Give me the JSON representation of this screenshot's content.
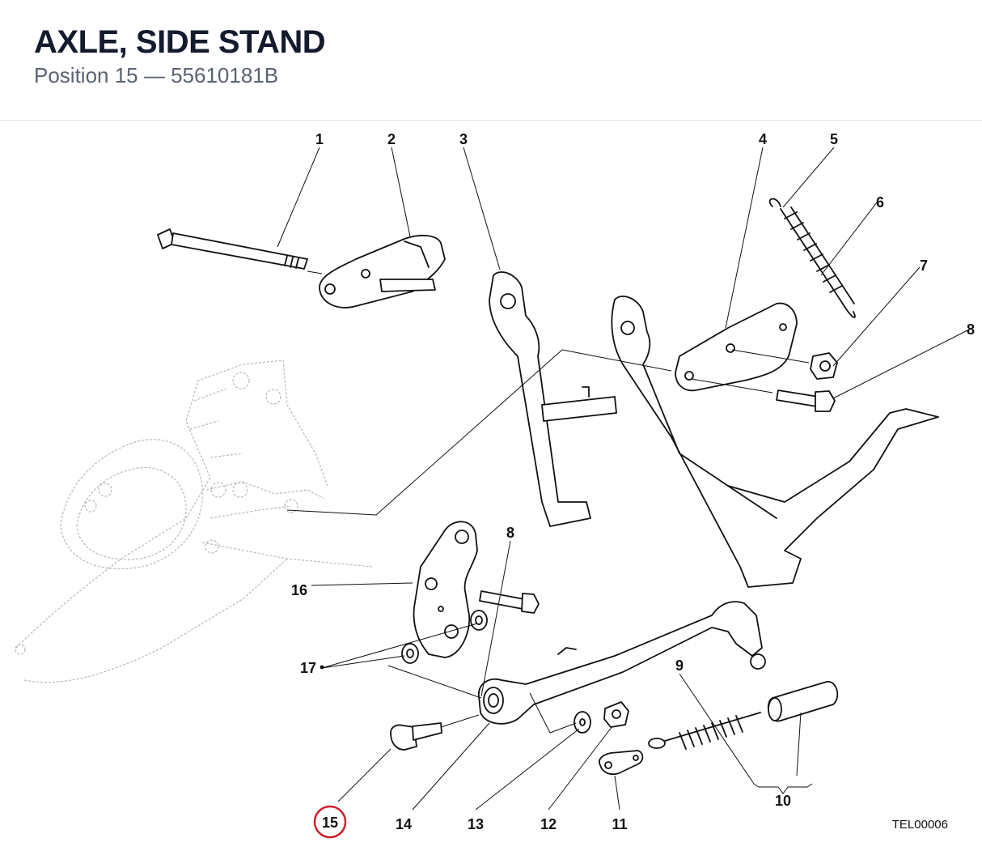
{
  "header": {
    "title": "AXLE, SIDE STAND",
    "subtitle": "Position 15 — 55610181B"
  },
  "diagram": {
    "highlight_color": "#d0202a",
    "callouts": {
      "c1": "1",
      "c2": "2",
      "c3": "3",
      "c4": "4",
      "c5": "5",
      "c6": "6",
      "c7": "7",
      "c8a": "8",
      "c8b": "8",
      "c9": "9",
      "c10": "10",
      "c11": "11",
      "c12": "12",
      "c13": "13",
      "c14": "14",
      "c15": "15",
      "c16": "16",
      "c17": "17"
    },
    "reference_code": "TEL00006"
  }
}
